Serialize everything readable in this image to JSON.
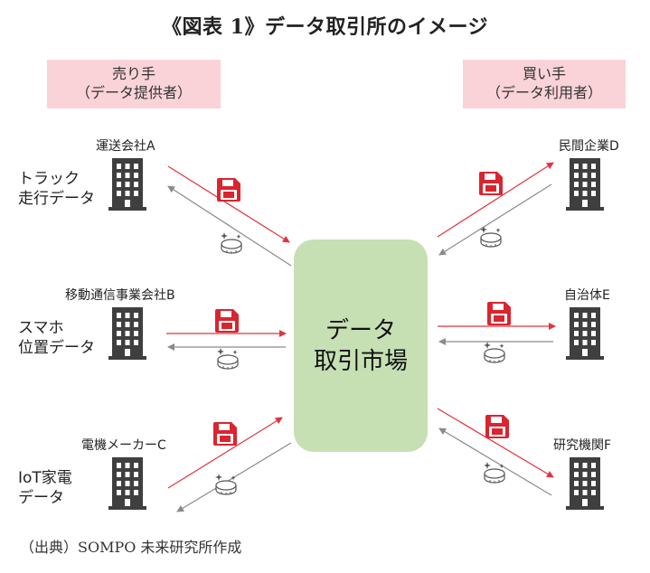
{
  "title": "《図表 1》データ取引所のイメージ",
  "sellers": {
    "label_line1": "売り手",
    "label_line2": "（データ提供者）",
    "items": [
      {
        "company": "運送会社A",
        "data_type_line1": "トラック",
        "data_type_line2": "走行データ"
      },
      {
        "company": "移動通信事業会社B",
        "data_type_line1": "スマホ",
        "data_type_line2": "位置データ"
      },
      {
        "company": "電機メーカーC",
        "data_type_line1": "IoT家電",
        "data_type_line2": "データ"
      }
    ]
  },
  "buyers": {
    "label_line1": "買い手",
    "label_line2": "（データ利用者）",
    "items": [
      {
        "company": "民間企業D"
      },
      {
        "company": "自治体E"
      },
      {
        "company": "研究機関F"
      }
    ]
  },
  "hub": {
    "line1": "データ",
    "line2": "取引市場"
  },
  "source": "（出典）SOMPO 未来研究所作成",
  "colors": {
    "hub_fill": "#c6e0b4",
    "role_box_fill": "#f9d3d7",
    "data_arrow": "#e0343f",
    "payment_arrow": "#8a8a8a",
    "building": "#3f3f3f",
    "floppy": "#d9252f"
  },
  "icons": {
    "company": "office-building-icon",
    "data": "floppy-disk-icon",
    "payment": "coin-icon"
  }
}
